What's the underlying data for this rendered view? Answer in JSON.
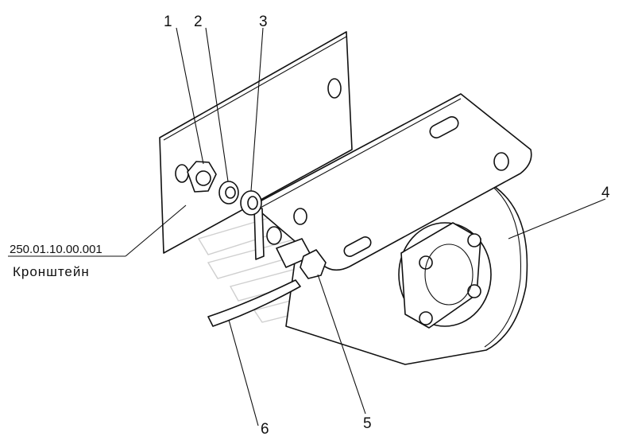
{
  "callouts": {
    "c1": "1",
    "c2": "2",
    "c3": "3",
    "c4": "4",
    "c5": "5",
    "c6": "6"
  },
  "part_label": {
    "number": "250.01.10.00.001",
    "name": "Кронштейн"
  },
  "colors": {
    "line": "#111111",
    "watermark": "#cfcfcf",
    "background": "#ffffff"
  }
}
